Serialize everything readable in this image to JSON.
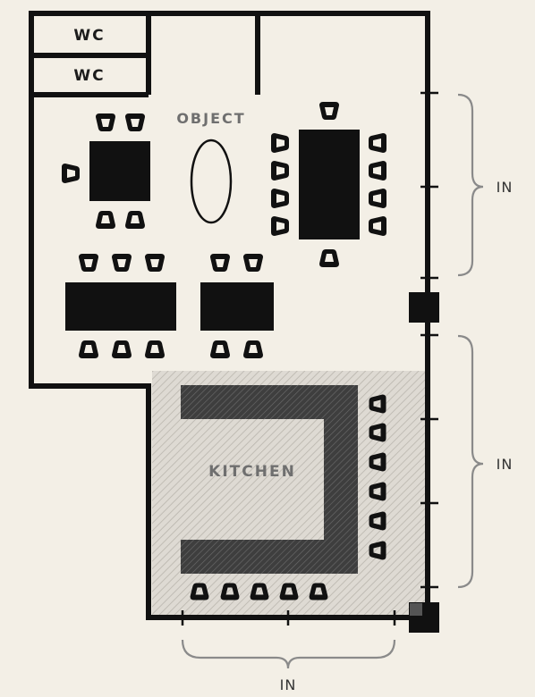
{
  "labels": {
    "wc_top": "WC",
    "wc_bottom": "WC",
    "object": "OBJECT",
    "kitchen": "KITCHEN",
    "entrance_right_upper": "IN",
    "entrance_right_lower": "IN",
    "entrance_bottom": "IN"
  },
  "colors": {
    "background": "#f3efe6",
    "wall": "#111111",
    "furniture": "#111111",
    "counter": "#4a4a4a",
    "kitchen_fill": "#dedad3",
    "bracket": "#8a8a8a"
  },
  "icons": {
    "chair": "chair-icon",
    "table": "table-icon",
    "column": "column-icon"
  }
}
